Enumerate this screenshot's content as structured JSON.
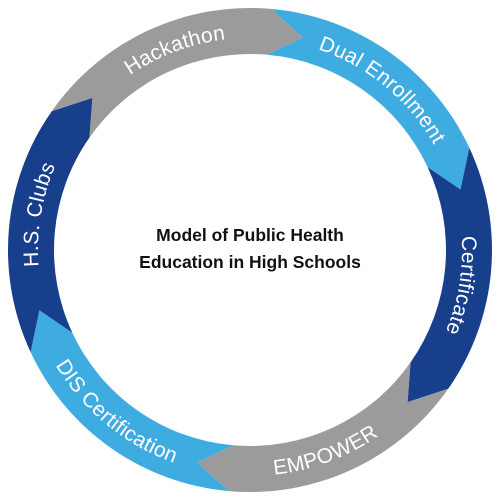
{
  "diagram": {
    "title_lines": [
      "Model of Public Health",
      "Education in High Schools"
    ],
    "colors": {
      "dark_blue": "#173f8c",
      "gray": "#9b9b9b",
      "light_blue": "#3eabe1",
      "label_text": "#ffffff",
      "title_text": "#111111"
    },
    "segments": [
      {
        "label": "H.S. Clubs",
        "color": "dark_blue"
      },
      {
        "label": "Hackathon",
        "color": "gray"
      },
      {
        "label": "Dual Enrollment",
        "color": "light_blue"
      },
      {
        "label": "Certificate",
        "color": "dark_blue"
      },
      {
        "label": "EMPOWER",
        "color": "gray"
      },
      {
        "label": "DIS Certification",
        "color": "light_blue"
      }
    ]
  }
}
